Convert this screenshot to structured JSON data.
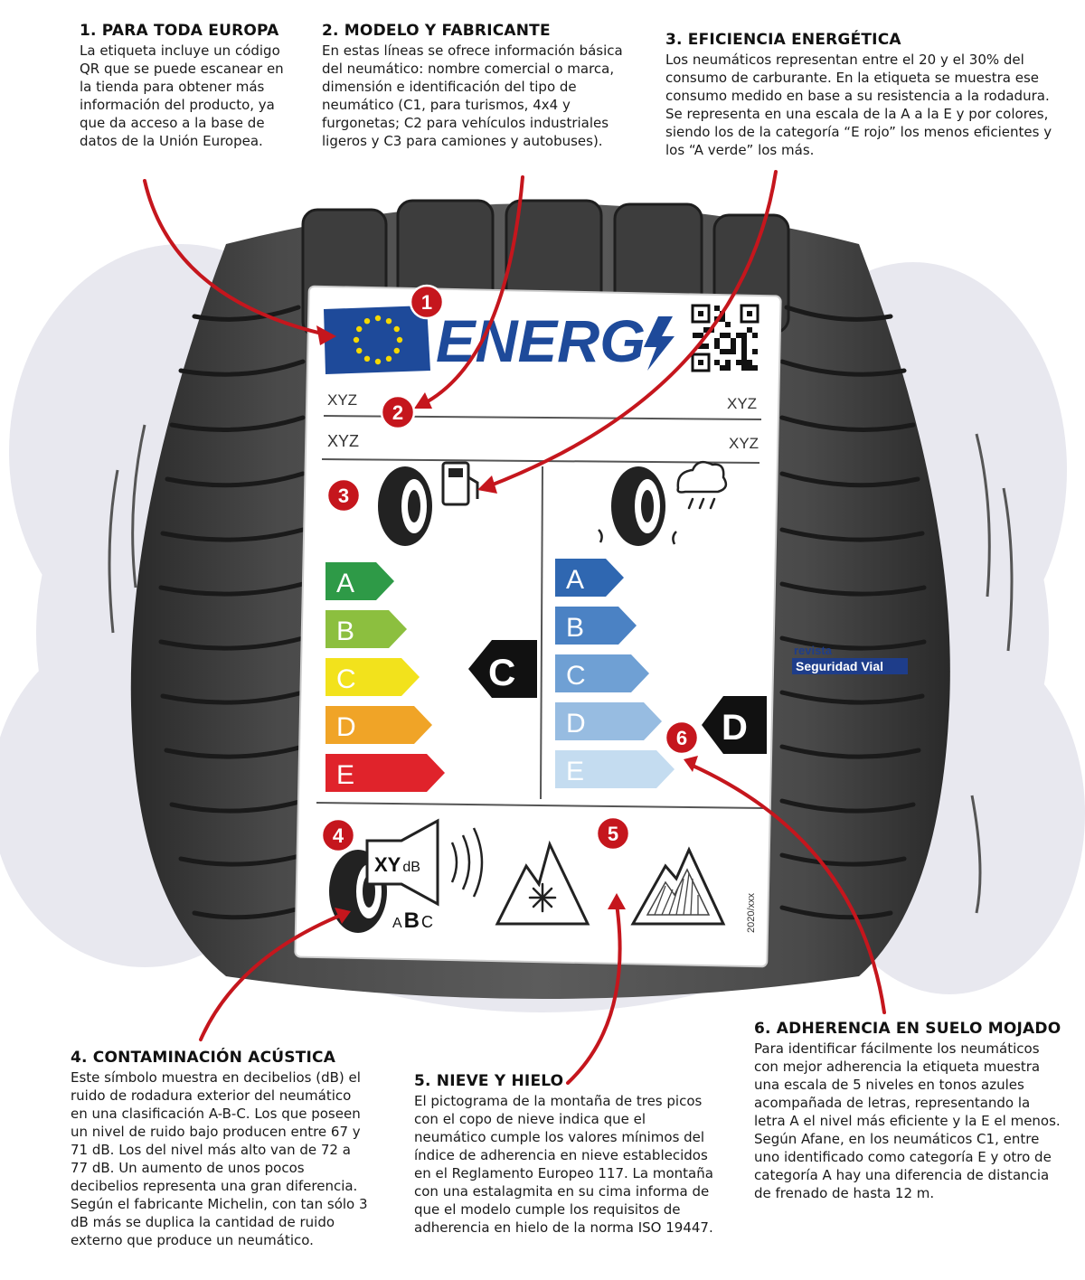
{
  "callouts": {
    "c1": {
      "title": "1. PARA TODA EUROPA",
      "text": "La etiqueta incluye un código QR que se puede escanear en la tienda para obtener más información del producto, ya que da acceso a la base de datos de la Unión Europea."
    },
    "c2": {
      "title": "2. MODELO Y FABRICANTE",
      "text": "En estas líneas se ofrece información básica del neumático: nombre comercial o marca, dimensión e identificación del tipo de neumático (C1, para turismos, 4x4 y furgonetas; C2 para vehículos industriales ligeros y C3 para camiones y autobuses)."
    },
    "c3": {
      "title": "3. EFICIENCIA ENERGÉTICA",
      "text": "Los neumáticos representan entre el 20 y el 30% del consumo de carburante. En la etiqueta se muestra ese consumo medido en base a su resistencia a la rodadura. Se representa en una escala de la A a la E y por colores, siendo los de la categoría “E rojo” los menos eficientes y los “A verde” los más."
    },
    "c4": {
      "title": "4. CONTAMINACIÓN ACÚSTICA",
      "text": "Este símbolo muestra en decibelios (dB) el ruido de rodadura exterior del neumático en una clasificación A-B-C. Los que poseen un nivel de ruido bajo producen entre 67 y 71 dB. Los del nivel más alto van de 72 a 77 dB. Un aumento de unos pocos decibelios representa una gran diferencia. Según el fabricante Michelin, con tan sólo 3 dB más se duplica la cantidad de ruido externo que produce un neumático."
    },
    "c5": {
      "title": "5. NIEVE Y HIELO",
      "text": "El pictograma de la montaña de tres picos con el copo de nieve indica que el neumático cumple los valores mínimos del índice de adherencia en nieve establecidos en el Reglamento Europeo 117. La montaña con una estalagmita en su cima informa de que el modelo cumple los requisitos de adherencia en hielo de la norma ISO 19447."
    },
    "c6": {
      "title": "6. ADHERENCIA EN SUELO MOJADO",
      "text": "Para identificar fácilmente los neumáticos con mejor adherencia la etiqueta muestra una escala de 5 niveles en tonos azules acompañada de letras, representando la letra A el nivel más eficiente y la E el menos. Según Afane, en los neumáticos C1, entre uno identificado como categoría E y otro de categoría A hay una diferencia de distancia de frenado de hasta 12 m."
    }
  },
  "label": {
    "energy_word": "ENERG",
    "supplier_left": "XYZ",
    "supplier_right": "XYZ",
    "model_left": "XYZ",
    "model_right": "XYZ",
    "fuel_classes": [
      "A",
      "B",
      "C",
      "D",
      "E"
    ],
    "fuel_selected": "C",
    "wet_classes": [
      "A",
      "B",
      "C",
      "D",
      "E"
    ],
    "wet_selected": "D",
    "noise_value": "XY",
    "noise_unit": "dB",
    "noise_classes": [
      "A",
      "B",
      "C"
    ],
    "regulation_code": "2020/xxx",
    "colors": {
      "fuel": [
        "#2e9a47",
        "#8cbf3f",
        "#f2e21c",
        "#f0a427",
        "#e0232b"
      ],
      "wet": [
        "#2f67b1",
        "#4b82c4",
        "#6fa0d4",
        "#97bce1",
        "#c4dcf0"
      ],
      "marker_red": "#c5161d",
      "eu_blue": "#1e4a9a"
    }
  },
  "markers": [
    "1",
    "2",
    "3",
    "4",
    "5",
    "6"
  ],
  "brand": {
    "line1": "revista",
    "line2": "Seguridad Vial"
  }
}
